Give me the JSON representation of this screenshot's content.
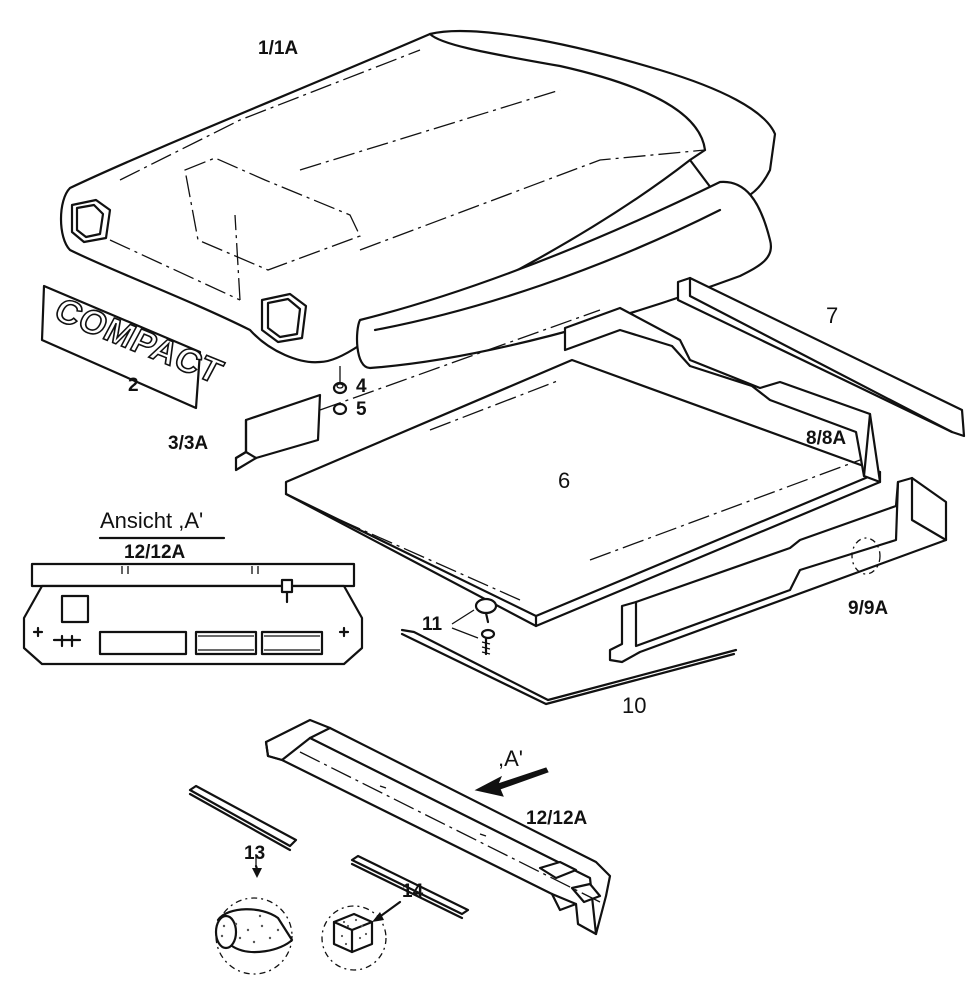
{
  "labels": {
    "p1": "1/1A",
    "p2": "2",
    "p3": "3/3A",
    "p4": "4",
    "p5": "5",
    "p6": "6",
    "p7": "7",
    "p8": "8/8A",
    "p9": "9/9A",
    "p10": "10",
    "p11": "11",
    "p12": "12/12A",
    "p13": "13",
    "p14": "14"
  },
  "badge_text": "COMPACT",
  "view": {
    "title": "Ansicht  ,A'",
    "part": "12/12A",
    "marker": ",A'"
  }
}
